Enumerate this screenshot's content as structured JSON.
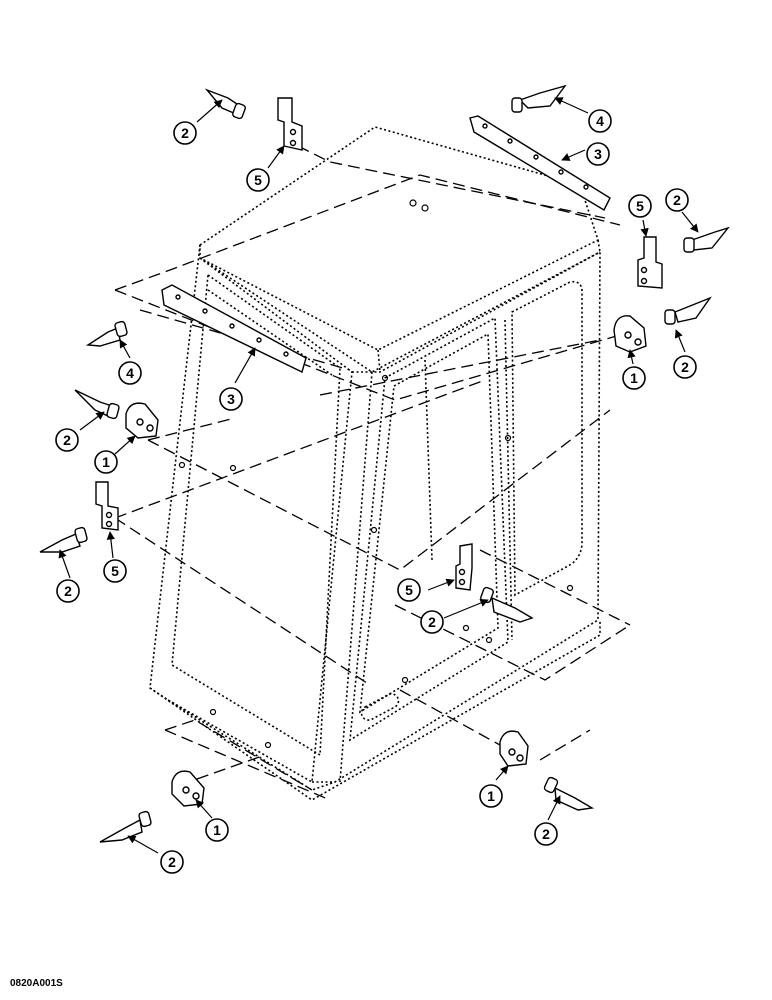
{
  "figure_code": "0820A001S",
  "callouts": [
    {
      "id": "c-2-top-left",
      "label": "2",
      "target": "pin"
    },
    {
      "id": "c-5-top",
      "label": "5",
      "target": "bracket"
    },
    {
      "id": "c-4-top-right",
      "label": "4",
      "target": "pin"
    },
    {
      "id": "c-3-top-right",
      "label": "3",
      "target": "strip"
    },
    {
      "id": "c-5-right",
      "label": "5",
      "target": "bracket"
    },
    {
      "id": "c-2-right-upper",
      "label": "2",
      "target": "pin"
    },
    {
      "id": "c-1-right",
      "label": "1",
      "target": "clip"
    },
    {
      "id": "c-2-right-lower",
      "label": "2",
      "target": "pin"
    },
    {
      "id": "c-4-left",
      "label": "4",
      "target": "pin"
    },
    {
      "id": "c-3-left",
      "label": "3",
      "target": "strip"
    },
    {
      "id": "c-2-left-mid",
      "label": "2",
      "target": "pin"
    },
    {
      "id": "c-1-left",
      "label": "1",
      "target": "clip"
    },
    {
      "id": "c-2-left-low",
      "label": "2",
      "target": "pin"
    },
    {
      "id": "c-5-left",
      "label": "5",
      "target": "bracket"
    },
    {
      "id": "c-5-center",
      "label": "5",
      "target": "bracket"
    },
    {
      "id": "c-2-center",
      "label": "2",
      "target": "pin"
    },
    {
      "id": "c-1-bottom-left",
      "label": "1",
      "target": "clip"
    },
    {
      "id": "c-2-bottom-left",
      "label": "2",
      "target": "pin"
    },
    {
      "id": "c-1-bottom-right",
      "label": "1",
      "target": "clip"
    },
    {
      "id": "c-2-bottom-right",
      "label": "2",
      "target": "pin"
    }
  ],
  "colors": {
    "line": "#000000",
    "background": "#ffffff"
  }
}
